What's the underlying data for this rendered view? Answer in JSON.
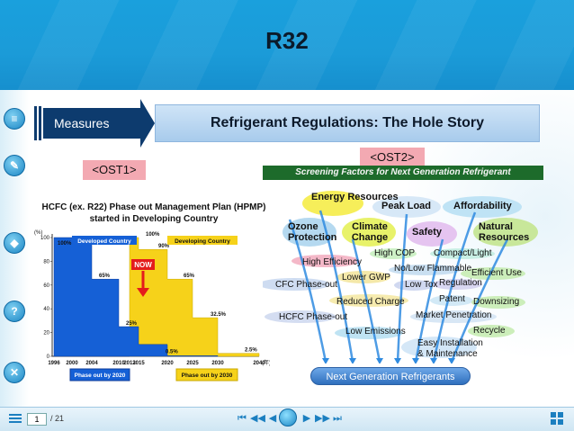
{
  "slide": {
    "title": "R32",
    "measures_label": "Measures",
    "regulation_title": "Refrigerant Regulations: The Hole Story",
    "ost1": "<OST1>",
    "ost2": "<OST2>"
  },
  "chart": {
    "title_line1": "HCFC (ex. R22) Phase out Management Plan (HPMP)",
    "title_line2": "started in Developing Country",
    "y_unit": "(%)",
    "y_ticks": [
      "100",
      "80",
      "60",
      "40",
      "20",
      "0"
    ],
    "x_ticks": [
      "1996",
      "2000",
      "2004",
      "2010",
      "2013",
      "2015",
      "2020",
      "2025",
      "2030",
      "2040"
    ],
    "x_unit": "(年)",
    "legend_developed": "Developed Country",
    "legend_developing": "Developing Country",
    "now_label": "NOW",
    "developed_labels": [
      "100%",
      "65%",
      "25%",
      "0.5%"
    ],
    "developing_labels": [
      "100%",
      "90%",
      "65%",
      "32.5%",
      "2.5%"
    ],
    "phase_out_developed": "Phase out by 2020",
    "phase_out_developing": "Phase out by 2030",
    "colors": {
      "developed": "#1560d6",
      "developing": "#f6d21a",
      "now": "#e41c1c"
    }
  },
  "chart_data": {
    "type": "area",
    "title": "HCFC (ex. R22) Phase out Management Plan (HPMP) started in Developing Country",
    "ylabel": "(%)",
    "xlabel": "(年)",
    "ylim": [
      0,
      100
    ],
    "series": [
      {
        "name": "Developed Country",
        "x": [
          1996,
          2004,
          2010,
          2015,
          2020,
          2030
        ],
        "values": [
          100,
          65,
          25,
          10,
          0.5,
          0
        ]
      },
      {
        "name": "Developing Country",
        "x": [
          2013,
          2015,
          2020,
          2025,
          2030,
          2040
        ],
        "values": [
          100,
          90,
          65,
          32.5,
          2.5,
          0
        ]
      }
    ]
  },
  "screening": {
    "title": "Screening Factors for Next Generation Refrigerant",
    "factors_top": [
      "Energy Resources",
      "Peak Load",
      "Affordability"
    ],
    "factors_mid": [
      "Ozone Protection",
      "Climate Change",
      "Safety",
      "Natural Resources"
    ],
    "items_left": [
      "High Efficiency",
      "CFC Phase-out",
      "Lower GWP",
      "Reduced Charge",
      "HCFC Phase-out",
      "Low Emissions"
    ],
    "items_right": [
      "High COP",
      "Compact/Light",
      "No/Low Flammable",
      "Efficient Use",
      "Low Tox",
      "Regulation",
      "Patent",
      "Downsizing",
      "Market Penetration",
      "Recycle",
      "Easy Installation & Maintenance"
    ],
    "target": "Next Generation Refrigerants"
  },
  "player": {
    "page_current": "1",
    "page_total": "/ 21"
  }
}
